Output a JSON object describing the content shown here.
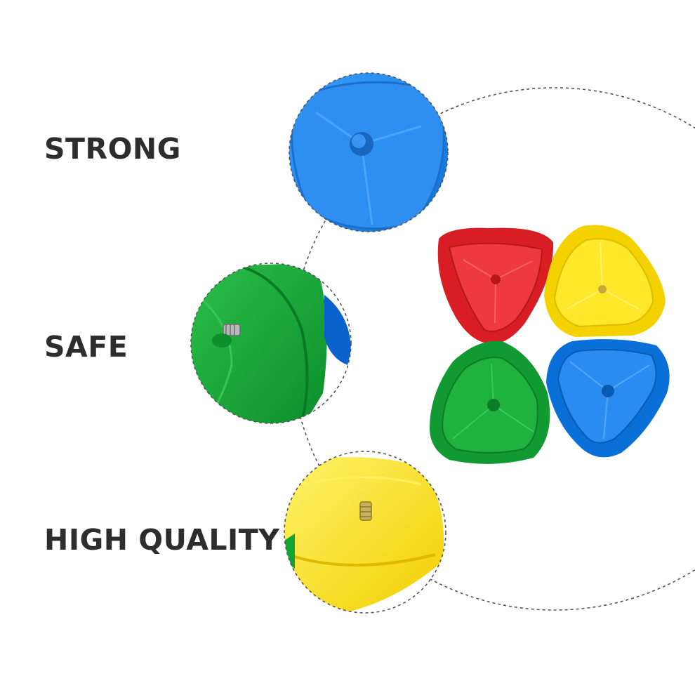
{
  "features": {
    "strong": "STRONG",
    "safe": "SAFE",
    "quality": "HIGH QUALITY"
  },
  "colors": {
    "red": "#e8262b",
    "yellow": "#ffe000",
    "green": "#13a534",
    "blue": "#0a7be0",
    "text": "#2d2d2d",
    "dashed_outline": "#555555"
  }
}
